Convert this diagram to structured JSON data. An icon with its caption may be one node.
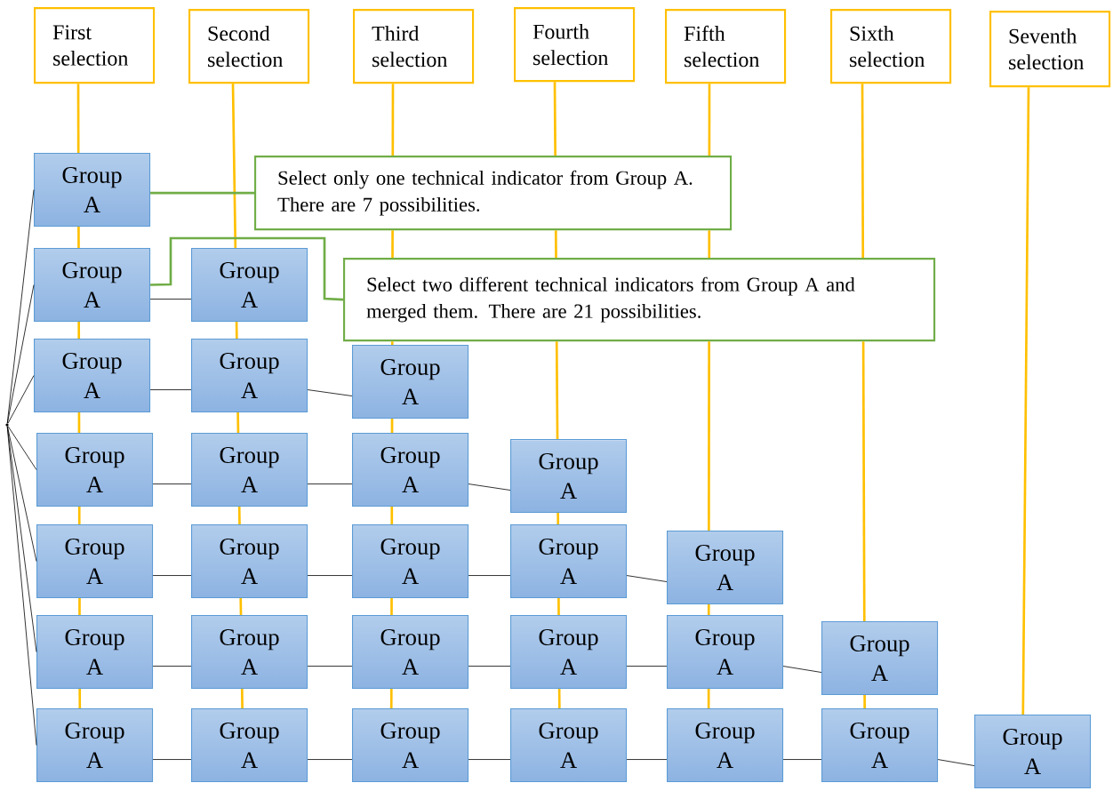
{
  "diagram": {
    "nodes": [
      {
        "text": [
          "First selection"
        ]
      },
      {
        "text": [
          "Second selection"
        ]
      },
      {
        "text": [
          "Third selection"
        ]
      },
      {
        "text": [
          "Fourth selection"
        ]
      },
      {
        "text": [
          "Fifth selection"
        ]
      },
      {
        "text": [
          "Sixth selection"
        ]
      },
      {
        "text": [
          "Seventh selection"
        ]
      },
      {
        "text": [],
        "shape": "circle"
      },
      {
        "text": [
          "Group A"
        ]
      },
      {
        "text": [
          "Select only one technical indicator from Group A. There are 7 possibilities."
        ]
      },
      {
        "text": [
          "Group A"
        ]
      },
      {
        "text": [
          "Group A"
        ]
      },
      {
        "text": [
          "Select two different technical indicators from Group A and merged them. There are 21 possibilities."
        ]
      },
      {
        "text": [
          "Group A"
        ]
      },
      {
        "text": [
          "Group A"
        ]
      },
      {
        "text": [
          "Group A"
        ]
      },
      {
        "text": [
          "Group A"
        ]
      },
      {
        "text": [
          "Group A"
        ]
      },
      {
        "text": [
          "Group A"
        ]
      },
      {
        "text": [
          "Group A"
        ]
      },
      {
        "text": [
          "Group A"
        ]
      },
      {
        "text": [
          "Group A"
        ]
      },
      {
        "text": [
          "Group A"
        ]
      },
      {
        "text": [
          "Group A"
        ]
      },
      {
        "text": [
          "Group A"
        ]
      },
      {
        "text": [
          "Group A"
        ]
      },
      {
        "text": [
          "Group A"
        ]
      },
      {
        "text": [
          "Group A"
        ]
      },
      {
        "text": [
          "Group A"
        ]
      },
      {
        "text": [
          "Group A"
        ]
      },
      {
        "text": [
          "Group A"
        ]
      },
      {
        "text": [
          "Group A"
        ]
      },
      {
        "text": [
          "Group A"
        ]
      },
      {
        "text": [
          "Group A"
        ]
      },
      {
        "text": [
          "Group A"
        ]
      },
      {
        "text": [
          "Group A"
        ]
      },
      {
        "text": [
          "Group A"
        ]
      },
      {
        "text": [
          "Group A"
        ]
      }
    ],
    "edges": [
      {
        "from": 0,
        "to": 8,
        "arrow": "none",
        "color": "#ffc000"
      },
      {
        "from": 8,
        "to": 10,
        "arrow": "none",
        "color": "#ffc000"
      },
      {
        "from": 10,
        "to": 13,
        "arrow": "none",
        "color": "#ffc000"
      },
      {
        "from": 13,
        "to": 16,
        "arrow": "none",
        "color": "#ffc000"
      },
      {
        "from": 16,
        "to": 20,
        "arrow": "none",
        "color": "#ffc000"
      },
      {
        "from": 20,
        "to": 25,
        "arrow": "none",
        "color": "#ffc000"
      },
      {
        "from": 25,
        "to": 31,
        "arrow": "none",
        "color": "#ffc000"
      },
      {
        "from": 1,
        "to": 11,
        "arrow": "none",
        "color": "#ffc000"
      },
      {
        "from": 11,
        "to": 14,
        "arrow": "none",
        "color": "#ffc000"
      },
      {
        "from": 14,
        "to": 17,
        "arrow": "none",
        "color": "#ffc000"
      },
      {
        "from": 17,
        "to": 21,
        "arrow": "none",
        "color": "#ffc000"
      },
      {
        "from": 21,
        "to": 26,
        "arrow": "none",
        "color": "#ffc000"
      },
      {
        "from": 26,
        "to": 32,
        "arrow": "none",
        "color": "#ffc000"
      },
      {
        "from": 2,
        "to": 9,
        "arrow": "none",
        "color": "#ffc000"
      },
      {
        "from": 9,
        "to": 12,
        "arrow": "none",
        "color": "#ffc000"
      },
      {
        "from": 12,
        "to": 15,
        "arrow": "none",
        "color": "#ffc000"
      },
      {
        "from": 15,
        "to": 18,
        "arrow": "none",
        "color": "#ffc000"
      },
      {
        "from": 18,
        "to": 22,
        "arrow": "none",
        "color": "#ffc000"
      },
      {
        "from": 22,
        "to": 27,
        "arrow": "none",
        "color": "#ffc000"
      },
      {
        "from": 27,
        "to": 33,
        "arrow": "none",
        "color": "#ffc000"
      },
      {
        "from": 3,
        "to": 9,
        "arrow": "none",
        "color": "#ffc000"
      },
      {
        "from": 9,
        "to": 12,
        "arrow": "none",
        "color": "#ffc000"
      },
      {
        "from": 12,
        "to": 19,
        "arrow": "none",
        "color": "#ffc000"
      },
      {
        "from": 19,
        "to": 23,
        "arrow": "none",
        "color": "#ffc000"
      },
      {
        "from": 23,
        "to": 28,
        "arrow": "none",
        "color": "#ffc000"
      },
      {
        "from": 28,
        "to": 34,
        "arrow": "none",
        "color": "#ffc000"
      },
      {
        "from": 4,
        "to": 9,
        "arrow": "none",
        "color": "#ffc000"
      },
      {
        "from": 9,
        "to": 12,
        "arrow": "none",
        "color": "#ffc000"
      },
      {
        "from": 12,
        "to": 24,
        "arrow": "none",
        "color": "#ffc000"
      },
      {
        "from": 24,
        "to": 29,
        "arrow": "none",
        "color": "#ffc000"
      },
      {
        "from": 29,
        "to": 35,
        "arrow": "none",
        "color": "#ffc000"
      },
      {
        "from": 5,
        "to": 12,
        "arrow": "none",
        "color": "#ffc000"
      },
      {
        "from": 12,
        "to": 30,
        "arrow": "none",
        "color": "#ffc000"
      },
      {
        "from": 30,
        "to": 36,
        "arrow": "none",
        "color": "#ffc000"
      },
      {
        "from": 6,
        "to": 37,
        "arrow": "none",
        "color": "#ffc000"
      },
      {
        "from": 7,
        "to": 8,
        "arrow": "none",
        "color": "#000000"
      },
      {
        "from": 7,
        "to": 10,
        "arrow": "none",
        "color": "#000000"
      },
      {
        "from": 7,
        "to": 13,
        "arrow": "none",
        "color": "#000000"
      },
      {
        "from": 7,
        "to": 16,
        "arrow": "none",
        "color": "#000000"
      },
      {
        "from": 7,
        "to": 20,
        "arrow": "none",
        "color": "#000000"
      },
      {
        "from": 7,
        "to": 25,
        "arrow": "none",
        "color": "#000000"
      },
      {
        "from": 7,
        "to": 31,
        "arrow": "none",
        "color": "#000000"
      },
      {
        "from": 9,
        "to": 8,
        "arrow": "none",
        "color": "#70ad47"
      },
      {
        "from": 12,
        "to": 10,
        "arrow": "none",
        "color": "#70ad47"
      },
      {
        "from": 10,
        "to": 11,
        "arrow": "none",
        "color": "#000000"
      },
      {
        "from": 13,
        "to": 14,
        "arrow": "none",
        "color": "#000000"
      },
      {
        "from": 14,
        "to": 15,
        "arrow": "none",
        "color": "#000000"
      },
      {
        "from": 16,
        "to": 17,
        "arrow": "none",
        "color": "#000000"
      },
      {
        "from": 17,
        "to": 18,
        "arrow": "none",
        "color": "#000000"
      },
      {
        "from": 18,
        "to": 19,
        "arrow": "none",
        "color": "#000000"
      },
      {
        "from": 20,
        "to": 21,
        "arrow": "none",
        "color": "#000000"
      },
      {
        "from": 21,
        "to": 22,
        "arrow": "none",
        "color": "#000000"
      },
      {
        "from": 22,
        "to": 23,
        "arrow": "none",
        "color": "#000000"
      },
      {
        "from": 23,
        "to": 24,
        "arrow": "none",
        "color": "#000000"
      },
      {
        "from": 25,
        "to": 26,
        "arrow": "none",
        "color": "#000000"
      },
      {
        "from": 26,
        "to": 27,
        "arrow": "none",
        "color": "#000000"
      },
      {
        "from": 27,
        "to": 28,
        "arrow": "none",
        "color": "#000000"
      },
      {
        "from": 28,
        "to": 29,
        "arrow": "none",
        "color": "#000000"
      },
      {
        "from": 29,
        "to": 30,
        "arrow": "none",
        "color": "#000000"
      },
      {
        "from": 31,
        "to": 32,
        "arrow": "none",
        "color": "#000000"
      },
      {
        "from": 32,
        "to": 33,
        "arrow": "none",
        "color": "#000000"
      },
      {
        "from": 33,
        "to": 34,
        "arrow": "none",
        "color": "#000000"
      },
      {
        "from": 34,
        "to": 35,
        "arrow": "none",
        "color": "#000000"
      },
      {
        "from": 35,
        "to": 36,
        "arrow": "none",
        "color": "#000000"
      },
      {
        "from": 36,
        "to": 37,
        "arrow": "none",
        "color": "#000000"
      }
    ]
  }
}
